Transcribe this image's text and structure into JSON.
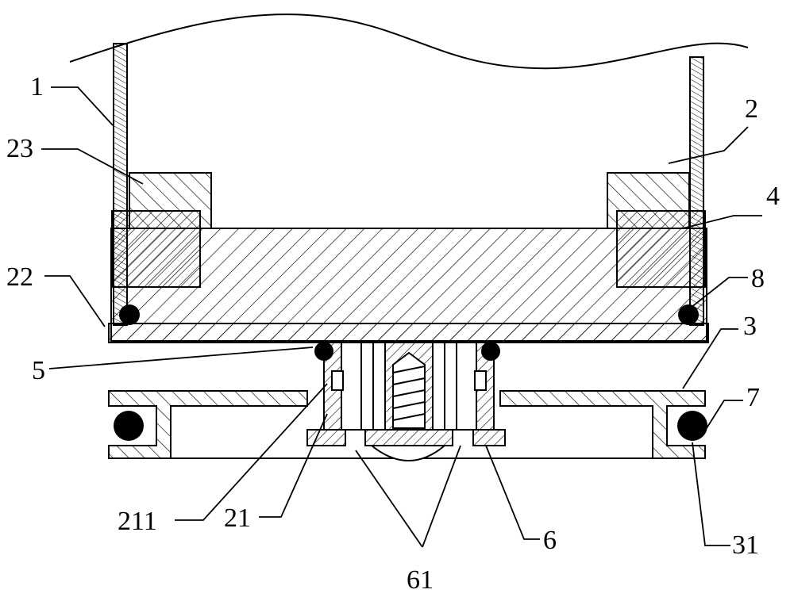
{
  "labels": {
    "l1": "1",
    "l2": "2",
    "l3": "3",
    "l4": "4",
    "l5": "5",
    "l6": "6",
    "l7": "7",
    "l8": "8",
    "l21": "21",
    "l22": "22",
    "l23": "23",
    "l31": "31",
    "l61": "61",
    "l211": "211"
  }
}
